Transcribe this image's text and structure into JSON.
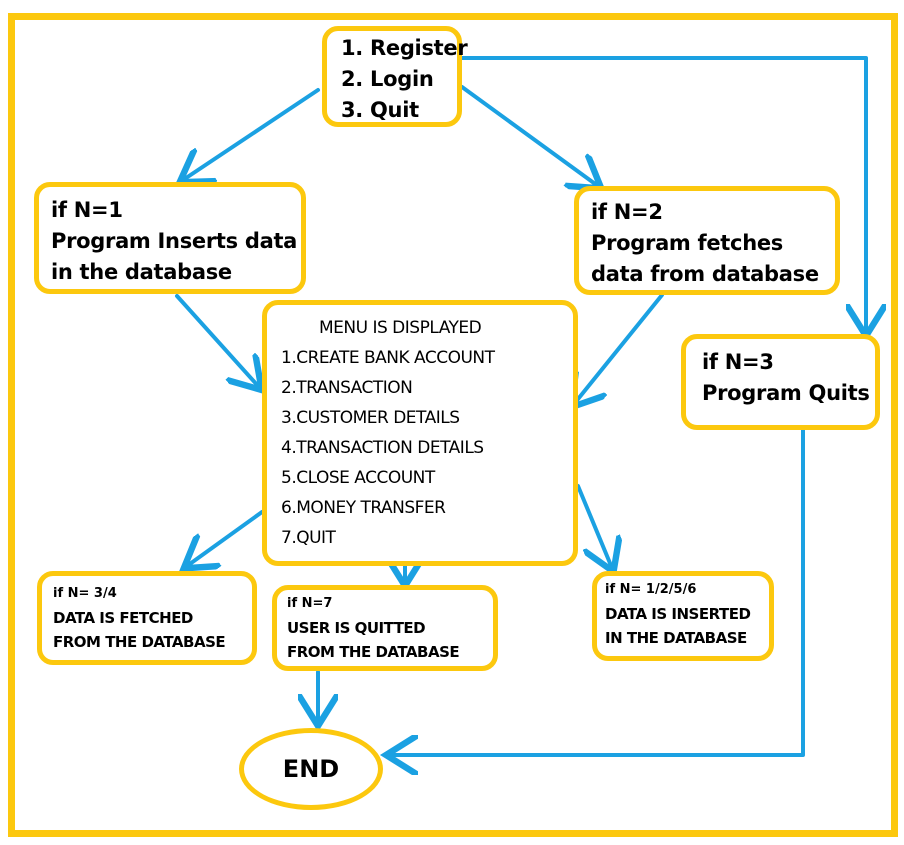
{
  "colors": {
    "frame": "#fcc80e",
    "box_border": "#fcc80e",
    "arrow": "#1ba1e2"
  },
  "start": {
    "lines": [
      "1. Register",
      "2. Login",
      "3. Quit"
    ]
  },
  "n1": {
    "lines": [
      "if N=1",
      "Program Inserts data",
      "in the database"
    ]
  },
  "n2": {
    "lines": [
      "if N=2",
      "Program fetches",
      "data from database"
    ]
  },
  "n3": {
    "lines": [
      "if N=3",
      "Program Quits"
    ]
  },
  "menu": {
    "title": "MENU IS DISPLAYED",
    "items": [
      "1.CREATE BANK ACCOUNT",
      "2.TRANSACTION",
      "3.CUSTOMER DETAILS",
      "4.TRANSACTION DETAILS",
      "5.CLOSE ACCOUNT",
      "6.MONEY TRANSFER",
      "7.QUIT"
    ]
  },
  "fetch34": {
    "cond": "if N= 3/4",
    "lines": [
      "DATA IS FETCHED",
      "FROM THE DATABASE"
    ]
  },
  "quit7": {
    "cond": "if N=7",
    "lines": [
      "USER IS QUITTED",
      "FROM THE DATABASE"
    ]
  },
  "insert1256": {
    "cond": "if N= 1/2/5/6",
    "lines": [
      "DATA IS INSERTED",
      "IN THE DATABASE"
    ]
  },
  "end": {
    "label": "END"
  }
}
